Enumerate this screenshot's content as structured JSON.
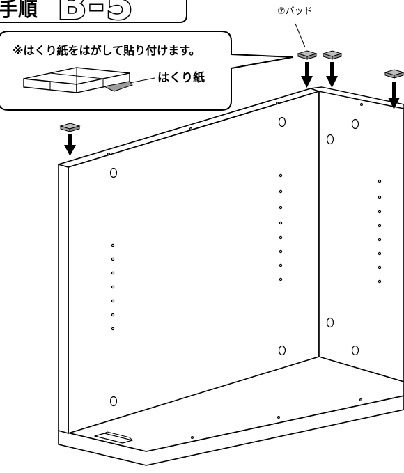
{
  "step": {
    "prefix": "手順",
    "code": "B-5"
  },
  "callout": {
    "note": "※はくり紙をはがして貼り付けます。",
    "peel_label": "はくり紙"
  },
  "part_label": "⑦パッド",
  "colors": {
    "line": "#000000",
    "pad_fill": "#bdbdbd",
    "background": "#ffffff"
  }
}
